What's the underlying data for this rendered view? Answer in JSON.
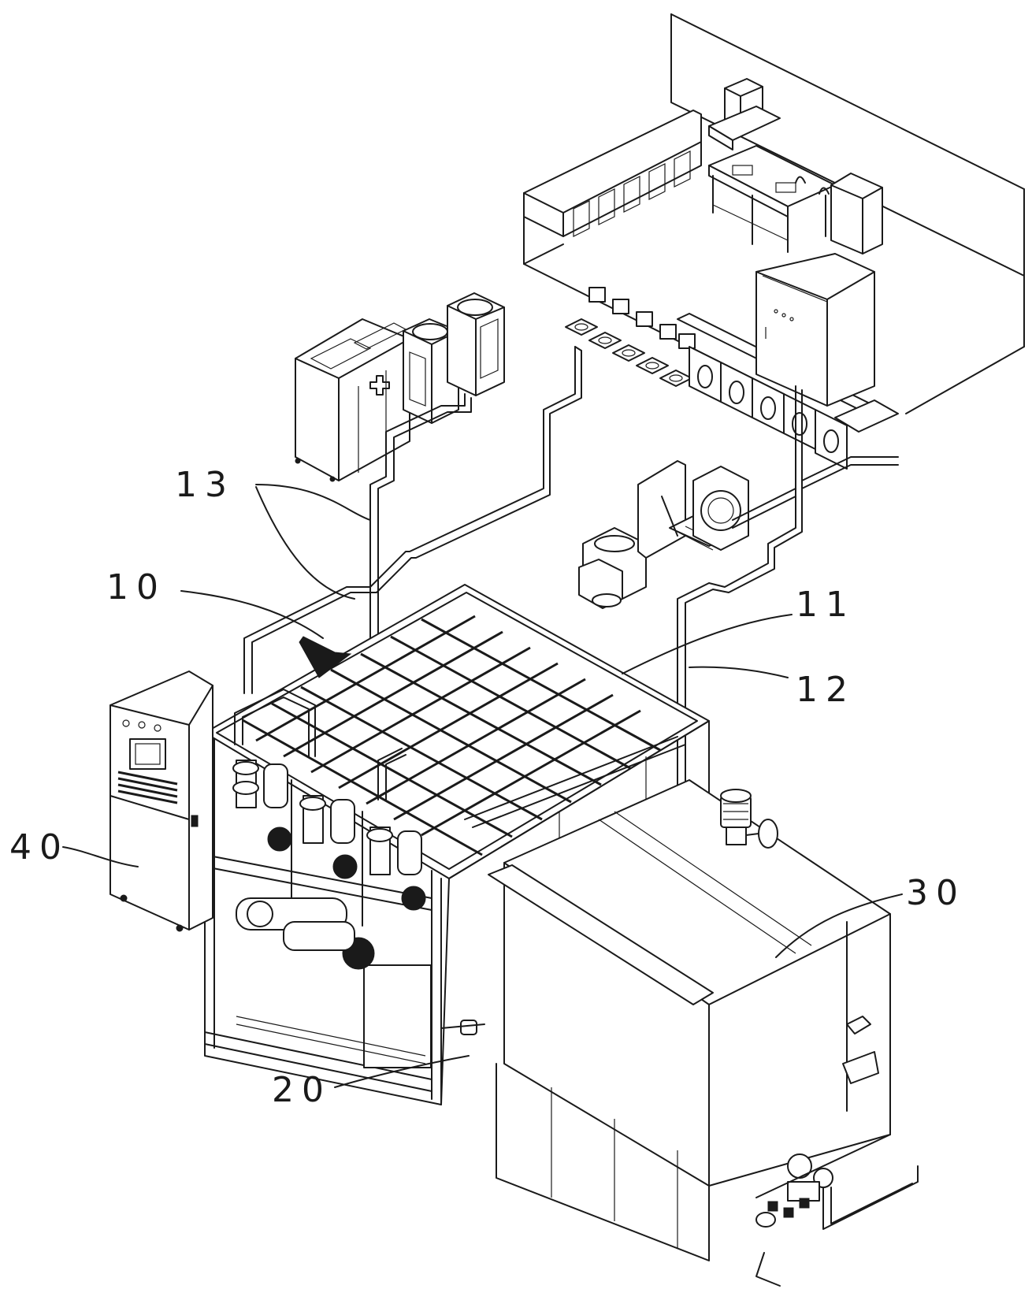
{
  "labels": {
    "item_10": "10",
    "item_11": "11",
    "item_12": "12",
    "item_13": "13",
    "item_20": "20",
    "item_30": "30",
    "item_40": "40"
  },
  "colors": {
    "line": "#1a1a1a",
    "background": "#ffffff"
  }
}
